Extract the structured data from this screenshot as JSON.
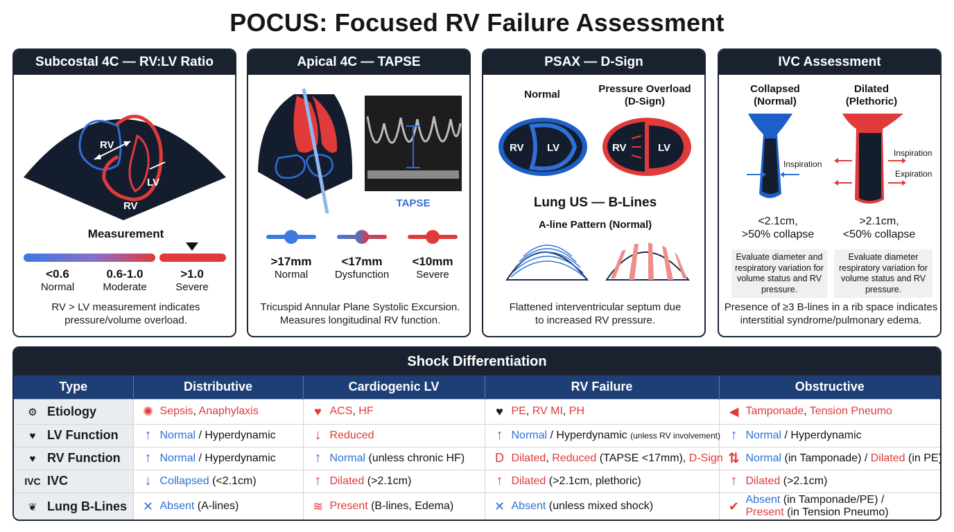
{
  "title": "POCUS: Focused RV Failure Assessment",
  "panels": {
    "subcostal": {
      "header": "Subcostal 4C — RV:LV Ratio",
      "labels": {
        "rv_top": "RV",
        "lv": "LV",
        "rv_bottom": "RV"
      },
      "measurement_label": "Measurement",
      "scale": [
        {
          "value": "<0.6",
          "label": "Normal"
        },
        {
          "value": "0.6-1.0",
          "label": "Moderate"
        },
        {
          "value": ">1.0",
          "label": "Severe"
        }
      ],
      "caption_1": "RV > LV measurement indicates",
      "caption_2": "pressure/volume overload."
    },
    "apical": {
      "header": "Apical 4C — TAPSE",
      "tapse_label": "TAPSE",
      "scale": [
        {
          "value": ">17mm",
          "label": "Normal"
        },
        {
          "value": "<17mm",
          "label": "Dysfunction"
        },
        {
          "value": "<10mm",
          "label": "Severe"
        }
      ],
      "caption_1": "Tricuspid Annular Plane Systolic Excursion.",
      "caption_2": "Measures longitudinal RV function."
    },
    "psax": {
      "header": "PSAX — D-Sign",
      "normal_title": "Normal",
      "overload_title_1": "Pressure Overload",
      "overload_title_2": "(D-Sign)",
      "rv": "RV",
      "lv": "LV",
      "lung_title": "Lung US — B-Lines",
      "aline_title": "A-line Pattern (Normal)",
      "caption_1": "Flattened interventricular septum due",
      "caption_2": "to increased RV pressure."
    },
    "ivc": {
      "header": "IVC Assessment",
      "collapsed_title_1": "Collapsed",
      "collapsed_title_2": "(Normal)",
      "dilated_title_1": "Dilated",
      "dilated_title_2": "(Plethoric)",
      "inspiration": "Inspiration",
      "expiration": "Expiration",
      "collapsed_value_1": "<2.1cm,",
      "collapsed_value_2": ">50% collapse",
      "dilated_value_1": ">2.1cm,",
      "dilated_value_2": "<50% collapse",
      "note_1": "Evaluate diameter and respiratory variation for volume status and RV pressure.",
      "note_2": "Evaluate diameter respiratory variation for volume status and RV pressure.",
      "caption_1": "Presence of ≥3 B-lines in a rib space indicates",
      "caption_2": "interstitial syndrome/pulmonary edema."
    }
  },
  "shock": {
    "title": "Shock Differentiation",
    "columns": [
      "Type",
      "Distributive",
      "Cardiogenic LV",
      "RV Failure",
      "Obstructive"
    ],
    "rows": [
      {
        "label": "Etiology",
        "icon": "gears-icon",
        "row_icon_text": "",
        "cells": [
          {
            "icon": "bacteria-icon",
            "parts": [
              [
                "Sepsis",
                "red"
              ],
              [
                ", ",
                ""
              ],
              [
                "Anaphylaxis",
                "red"
              ]
            ]
          },
          {
            "icon": "heart-pulse-icon",
            "parts": [
              [
                "ACS",
                "red"
              ],
              [
                ", ",
                ""
              ],
              [
                "HF",
                "red"
              ]
            ]
          },
          {
            "icon": "heart-icon",
            "parts": [
              [
                "PE",
                "red"
              ],
              [
                ", ",
                ""
              ],
              [
                "RV MI",
                "red"
              ],
              [
                ", ",
                ""
              ],
              [
                "PH",
                "red"
              ]
            ]
          },
          {
            "icon": "megaphone-icon",
            "parts": [
              [
                "Tamponade",
                "red"
              ],
              [
                ", ",
                ""
              ],
              [
                "Tension Pneumo",
                "red"
              ]
            ]
          }
        ]
      },
      {
        "label": "LV Function",
        "icon": "heart-icon",
        "row_icon_text": "",
        "cells": [
          {
            "icon": "arrow-up-icon",
            "parts": [
              [
                "Normal",
                "blue"
              ],
              [
                " / Hyperdynamic",
                ""
              ]
            ]
          },
          {
            "icon": "arrow-down-icon",
            "parts": [
              [
                "Reduced",
                "red"
              ]
            ]
          },
          {
            "icon": "arrow-up-icon",
            "parts": [
              [
                "Normal",
                "blue"
              ],
              [
                " / Hyperdynamic ",
                ""
              ],
              [
                "(unless RV involvement)",
                "small"
              ]
            ]
          },
          {
            "icon": "arrow-up-icon",
            "parts": [
              [
                "Normal",
                "blue"
              ],
              [
                " / Hyperdynamic",
                ""
              ]
            ]
          }
        ]
      },
      {
        "label": "RV Function",
        "icon": "heart-icon",
        "row_icon_text": "",
        "cells": [
          {
            "icon": "arrow-up-icon",
            "parts": [
              [
                "Normal",
                "blue"
              ],
              [
                " / Hyperdynamic",
                ""
              ]
            ]
          },
          {
            "icon": "arrow-up-icon",
            "parts": [
              [
                "Normal",
                "blue"
              ],
              [
                " (unless chronic HF)",
                ""
              ]
            ]
          },
          {
            "icon": "d-sign-icon",
            "parts": [
              [
                "Dilated",
                "red"
              ],
              [
                ", ",
                ""
              ],
              [
                "Reduced",
                "red"
              ],
              [
                " (TAPSE <17mm), ",
                ""
              ],
              [
                "D-Sign",
                "red"
              ]
            ]
          },
          {
            "icon": "arrows-up-down-icon",
            "parts": [
              [
                "Normal",
                "blue"
              ],
              [
                " (in Tamponade) / ",
                ""
              ],
              [
                "Dilated",
                "red"
              ],
              [
                " (in PE)",
                ""
              ]
            ]
          }
        ]
      },
      {
        "label": "IVC",
        "icon": "ivc-icon",
        "row_icon_text": "IVC",
        "cells": [
          {
            "icon": "arrow-down-icon-blue",
            "parts": [
              [
                "Collapsed",
                "blue"
              ],
              [
                " (<2.1cm)",
                ""
              ]
            ]
          },
          {
            "icon": "arrow-up-icon-red",
            "parts": [
              [
                "Dilated",
                "red"
              ],
              [
                " (>2.1cm)",
                ""
              ]
            ]
          },
          {
            "icon": "arrow-up-icon-red",
            "parts": [
              [
                "Dilated",
                "red"
              ],
              [
                " (>2.1cm, plethoric)",
                ""
              ]
            ]
          },
          {
            "icon": "arrow-up-icon-red",
            "parts": [
              [
                "Dilated",
                "red"
              ],
              [
                " (>2.1cm)",
                ""
              ]
            ]
          }
        ]
      },
      {
        "label": "Lung B-Lines",
        "icon": "lungs-icon",
        "row_icon_text": "",
        "cells": [
          {
            "icon": "x-icon",
            "parts": [
              [
                "Absent",
                "blue"
              ],
              [
                " (A-lines)",
                ""
              ]
            ]
          },
          {
            "icon": "b-lines-icon",
            "parts": [
              [
                "Present",
                "red"
              ],
              [
                " (B-lines, Edema)",
                ""
              ]
            ]
          },
          {
            "icon": "x-icon",
            "parts": [
              [
                "Absent",
                "blue"
              ],
              [
                " (unless mixed shock)",
                ""
              ]
            ]
          },
          {
            "icon": "check-icon",
            "parts": [
              [
                "Absent",
                "blue"
              ],
              [
                " (in Tamponade/PE) /",
                ""
              ],
              [
                "\n",
                ""
              ],
              [
                "Present",
                "red"
              ],
              [
                " (in Tension Pneumo)",
                ""
              ]
            ]
          }
        ]
      }
    ]
  }
}
